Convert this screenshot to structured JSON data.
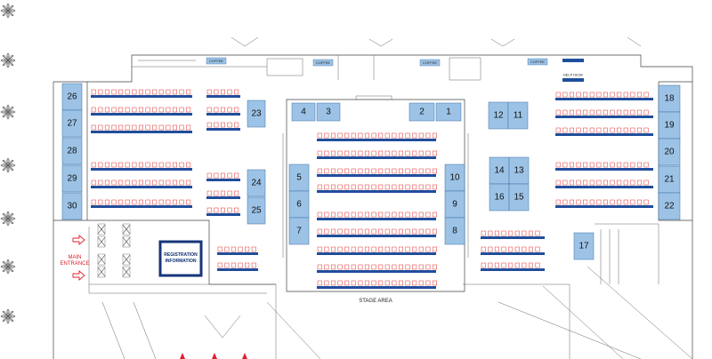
{
  "map": {
    "booths_left": [
      "26",
      "27",
      "28",
      "29",
      "30"
    ],
    "booths_right": [
      "18",
      "19",
      "20",
      "21",
      "22"
    ],
    "booths_misc": [
      "23",
      "24",
      "25",
      "4",
      "3",
      "2",
      "1",
      "12",
      "11",
      "14",
      "13",
      "16",
      "15",
      "5",
      "6",
      "7",
      "10",
      "9",
      "8",
      "17"
    ],
    "coffee_label": "COFFEE",
    "help_desk_label": "HELP DESK",
    "entrance_label_line1": "MAIN",
    "entrance_label_line2": "ENTRANCE",
    "registration_line1": "REGISTRATION",
    "registration_line2": "INFORMATION",
    "stage_label": "STAGE AREA",
    "colors": {
      "booth_fill": "#9cc3e6",
      "booth_stroke": "#3a6ea8",
      "table_fill": "#1f4e9c",
      "chair_stroke": "#e03030",
      "entrance_arrow": "#e0202a",
      "registration_border": "#17357a"
    }
  }
}
